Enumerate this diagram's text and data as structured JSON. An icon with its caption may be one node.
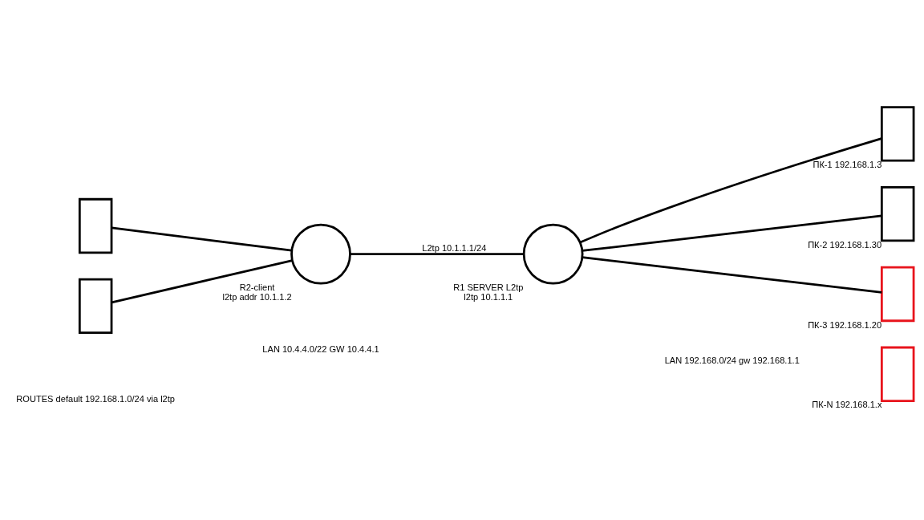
{
  "diagram": {
    "nodes": [
      {
        "text": [],
        "shape": "box"
      },
      {
        "text": [],
        "shape": "box"
      },
      {
        "text": [],
        "shape": "circle",
        "beside": [
          "R2-client",
          "l2tp addr 10.1.1.2"
        ]
      },
      {
        "text": [],
        "shape": "circle",
        "beside": [
          "R1 SERVER L2tp",
          "l2tp 10.1.1.1"
        ]
      },
      {
        "text": [],
        "shape": "box",
        "beside": [
          "ПК-1 192.168.1.3"
        ]
      },
      {
        "text": [],
        "shape": "box",
        "beside": [
          "ПК-2 192.168.1.30"
        ]
      },
      {
        "text": [],
        "shape": "box",
        "beside": [
          "ПК-3 192.168.1.20"
        ]
      },
      {
        "text": [],
        "shape": "box",
        "beside": [
          "ПК-N 192.168.1.x"
        ]
      }
    ],
    "edges": [
      {
        "from": 0,
        "to": 2,
        "arrow": "none"
      },
      {
        "from": 1,
        "to": 2,
        "arrow": "none"
      },
      {
        "from": 2,
        "to": 3,
        "arrow": "none",
        "label": "L2tp 10.1.1.1/24"
      },
      {
        "from": 3,
        "to": 4,
        "arrow": "none"
      },
      {
        "from": 3,
        "to": 5,
        "arrow": "none"
      },
      {
        "from": 3,
        "to": 6,
        "arrow": "none"
      }
    ],
    "labels": [
      "LAN 10.4.4.0/22 GW 10.4.4.1",
      "LAN 192.168.0/24 gw 192.168.1.1",
      "ROUTES default 192.168.1.0/24 via l2tp"
    ]
  }
}
